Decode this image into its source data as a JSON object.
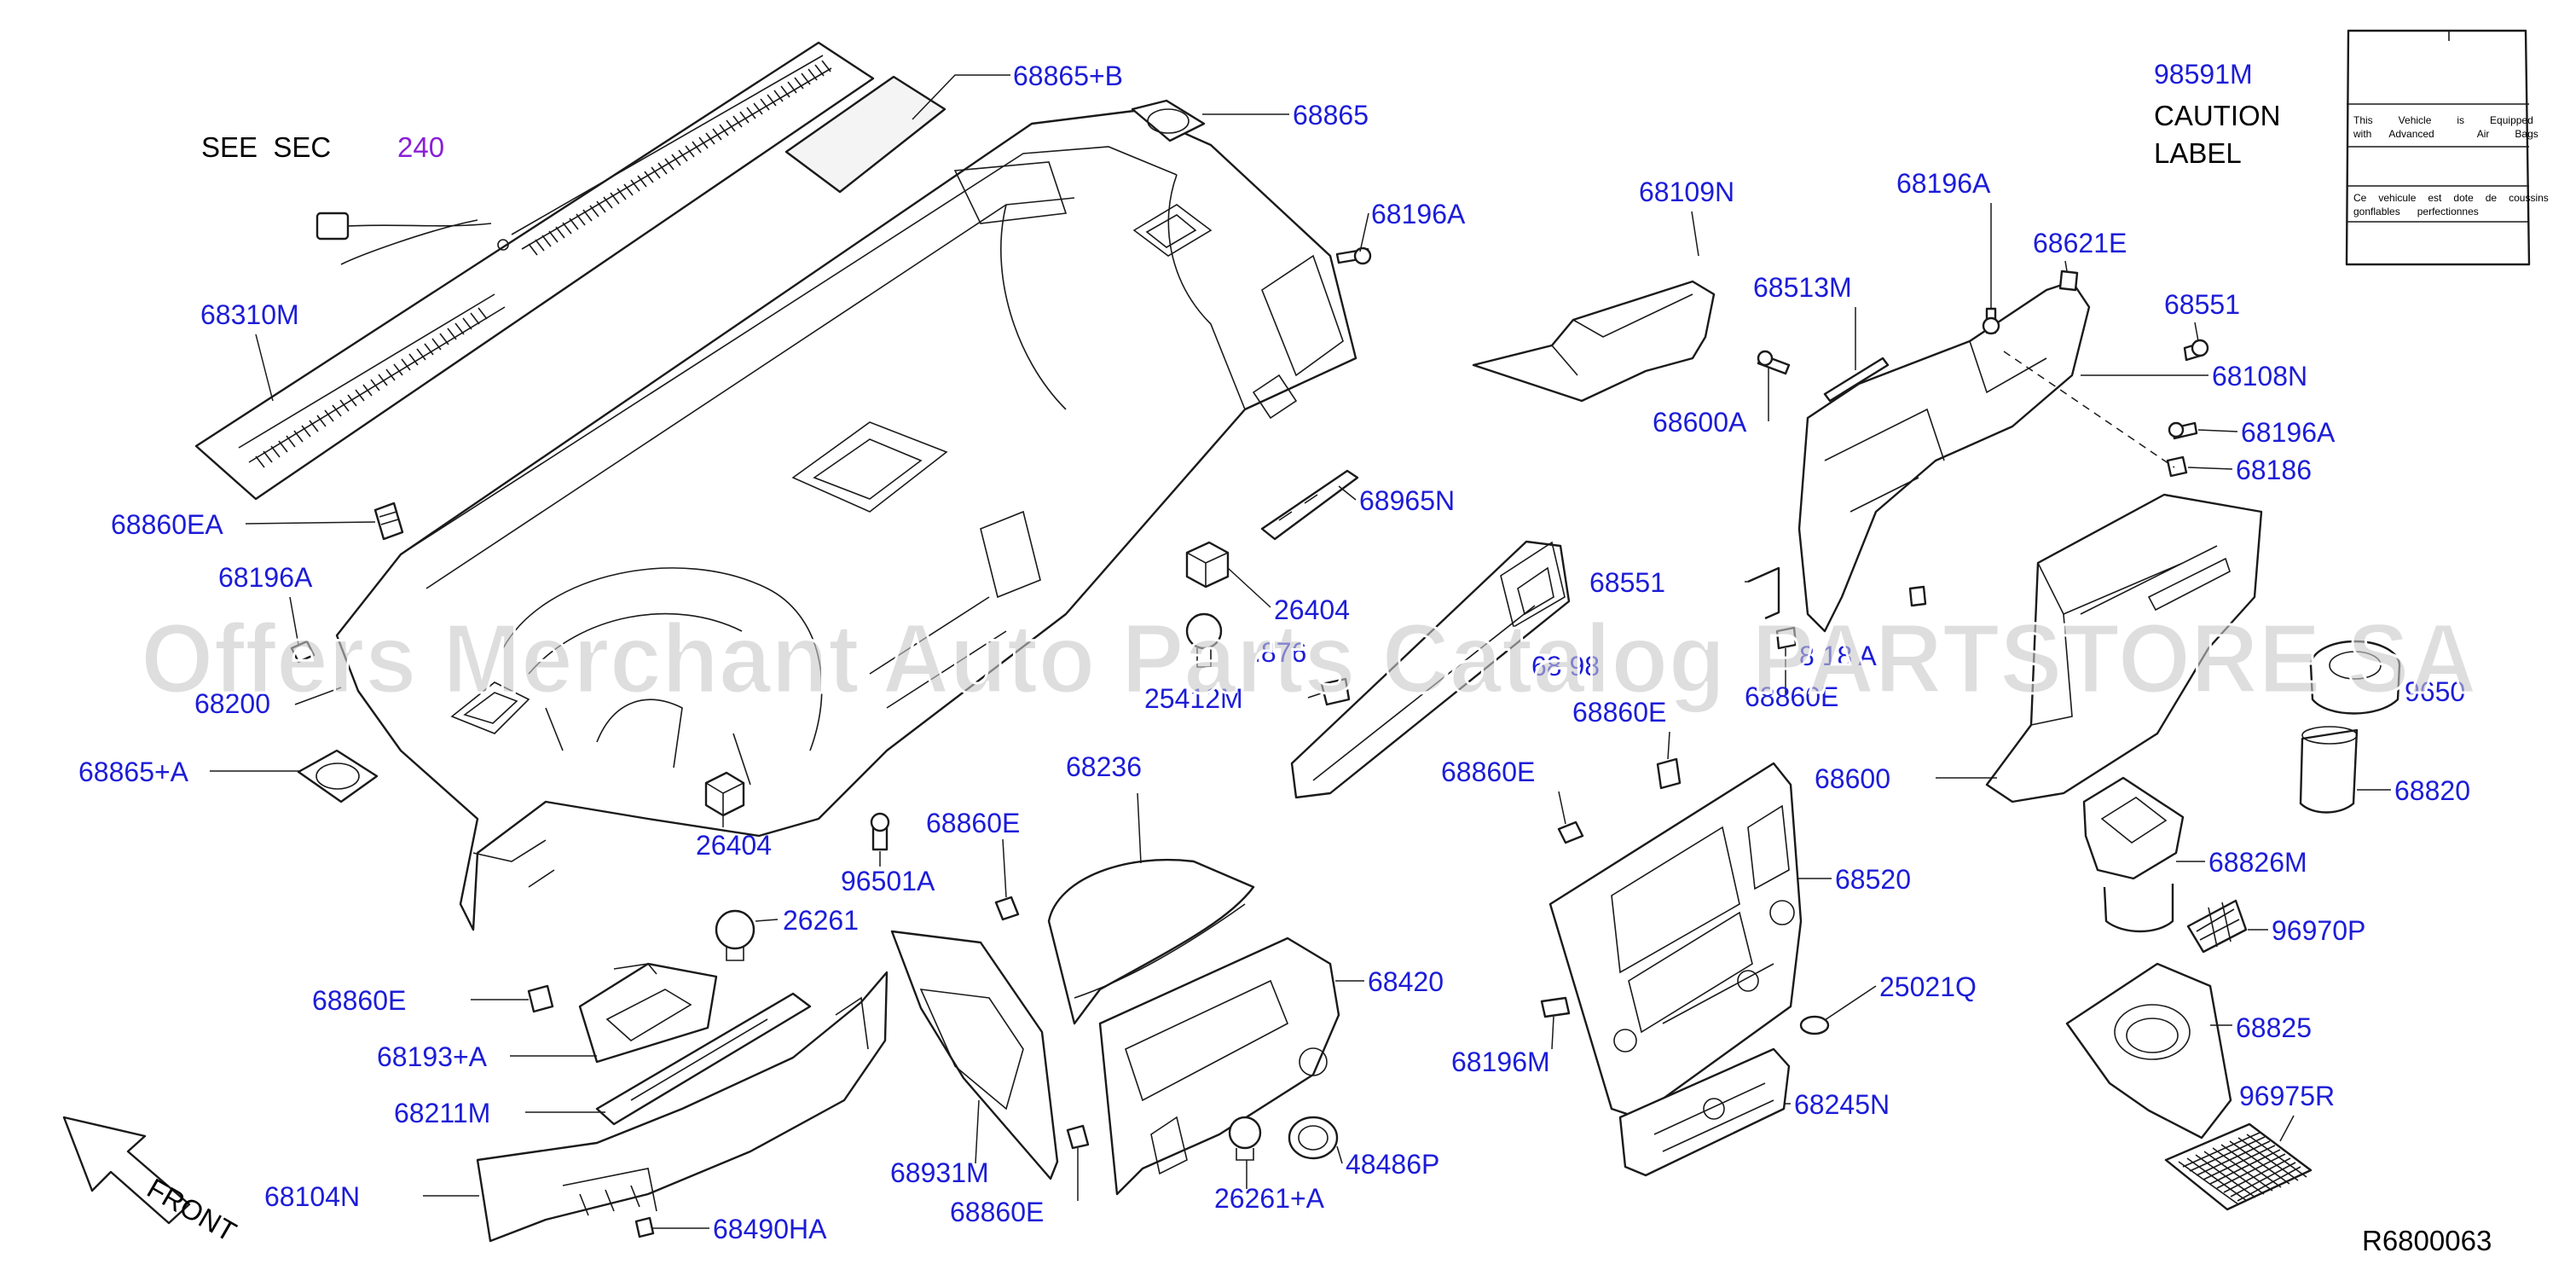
{
  "diagram": {
    "reference_code": "R6800063",
    "watermark": "Offers Merchant Auto Parts Catalog PARTSTORE SA",
    "see_section": {
      "text": "SEE  SEC",
      "number": "240"
    },
    "caution": {
      "part": "98591M",
      "line1": "CAUTION",
      "line2": "LABEL",
      "label_row1": [
        "This",
        "Vehicle",
        "is",
        "Equipped"
      ],
      "label_row2": [
        "with",
        "Advanced",
        "Air",
        "Bags"
      ],
      "label_row3": [
        "Ce",
        "vehicule",
        "est",
        "dote",
        "de",
        "coussins"
      ],
      "label_row4": [
        "gonflables",
        "perfectionnes"
      ]
    },
    "front_label": "FRONT",
    "colors": {
      "callout": "#1c1cd8",
      "section_ref": "#8a1fd6",
      "line": "#1a1a1a",
      "watermark": "#c8c8c8"
    },
    "callouts": [
      {
        "id": "c01",
        "text": "68865+B"
      },
      {
        "id": "c02",
        "text": "68865"
      },
      {
        "id": "c03",
        "text": "68310M"
      },
      {
        "id": "c04",
        "text": "68196A"
      },
      {
        "id": "c05",
        "text": "68860EA"
      },
      {
        "id": "c06",
        "text": "68196A"
      },
      {
        "id": "c07",
        "text": "68200"
      },
      {
        "id": "c08",
        "text": "68865+A"
      },
      {
        "id": "c09",
        "text": "26404"
      },
      {
        "id": "c10",
        "text": "96501A"
      },
      {
        "id": "c11",
        "text": "68860E"
      },
      {
        "id": "c12",
        "text": "26261"
      },
      {
        "id": "c13",
        "text": "68860E"
      },
      {
        "id": "c14",
        "text": "68193+A"
      },
      {
        "id": "c15",
        "text": "68211M"
      },
      {
        "id": "c16",
        "text": "68104N"
      },
      {
        "id": "c17",
        "text": "68490HA"
      },
      {
        "id": "c18",
        "text": "68965N"
      },
      {
        "id": "c19",
        "text": "26404"
      },
      {
        "id": "c20",
        "text": "25412M"
      },
      {
        "id": "c21",
        "text": "68109N"
      },
      {
        "id": "c22",
        "text": "68600A"
      },
      {
        "id": "c23",
        "text": "68513M"
      },
      {
        "id": "c24",
        "text": "68196A"
      },
      {
        "id": "c25",
        "text": "68621E"
      },
      {
        "id": "c26",
        "text": "68551"
      },
      {
        "id": "c27",
        "text": "68108N"
      },
      {
        "id": "c28",
        "text": "68196A"
      },
      {
        "id": "c29",
        "text": "68186"
      },
      {
        "id": "c30",
        "text": "68551"
      },
      {
        "id": "c31",
        "text": "68860E"
      },
      {
        "id": "c32",
        "text": "68860E"
      },
      {
        "id": "c33",
        "text": "68860E"
      },
      {
        "id": "c34",
        "text": "68600"
      },
      {
        "id": "c35",
        "text": "68820"
      },
      {
        "id": "c36",
        "text": "68826M"
      },
      {
        "id": "c37",
        "text": "96970P"
      },
      {
        "id": "c38",
        "text": "68825"
      },
      {
        "id": "c39",
        "text": "96975R"
      },
      {
        "id": "c40",
        "text": "68236"
      },
      {
        "id": "c41",
        "text": "68420"
      },
      {
        "id": "c42",
        "text": "68931M"
      },
      {
        "id": "c43",
        "text": "68860E"
      },
      {
        "id": "c44",
        "text": "26261+A"
      },
      {
        "id": "c45",
        "text": "48486P"
      },
      {
        "id": "c46",
        "text": "68520"
      },
      {
        "id": "c47",
        "text": "25021Q"
      },
      {
        "id": "c48",
        "text": "68196M"
      },
      {
        "id": "c49",
        "text": "68245N"
      }
    ],
    "obscured_callouts": [
      {
        "id": "o1",
        "text": "68276",
        "visible": ".876"
      },
      {
        "id": "o2",
        "text": "68198",
        "visible": "68 98"
      },
      {
        "id": "o3",
        "text": "68180A",
        "visible": "8 18  A"
      },
      {
        "id": "o4",
        "text": "96501",
        "visible": "9650"
      }
    ]
  }
}
